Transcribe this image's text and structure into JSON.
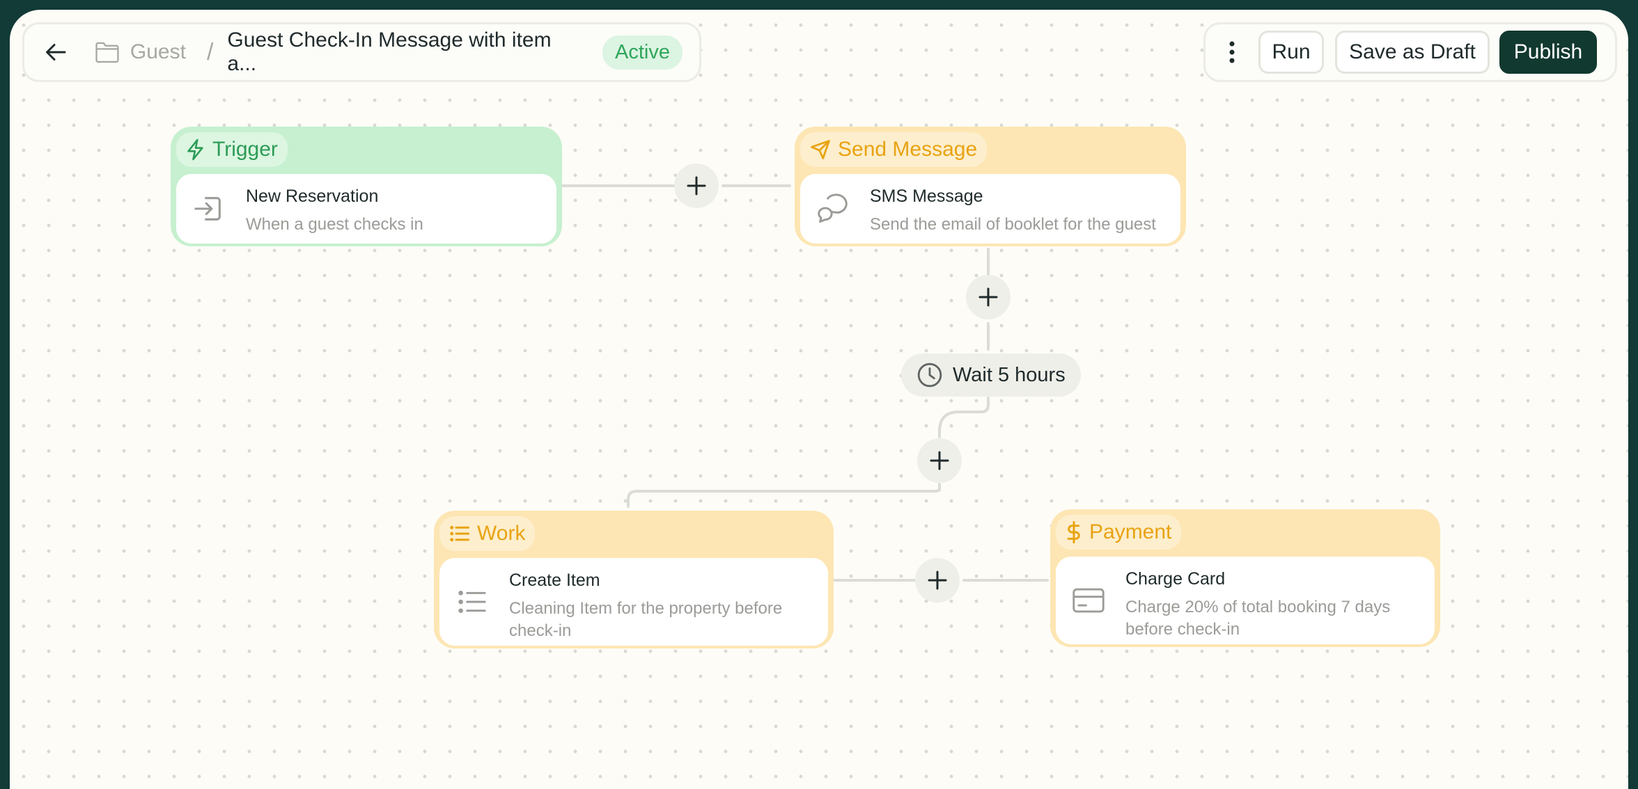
{
  "header": {
    "back_icon": "arrow-left-icon",
    "folder_icon": "folder-icon",
    "folder_label": "Guest",
    "separator": "/",
    "workflow_title": "Guest Check-In Message with item a...",
    "status": "Active",
    "more_icon": "more-vertical-icon",
    "run_label": "Run",
    "draft_label": "Save as Draft",
    "publish_label": "Publish"
  },
  "nodes": {
    "trigger": {
      "label": "Trigger",
      "icon": "lightning-icon",
      "title": "New Reservation",
      "subtitle": "When a guest checks in",
      "body_icon": "sign-in-icon"
    },
    "send_message": {
      "label": "Send Message",
      "icon": "send-icon",
      "title": "SMS Message",
      "subtitle": "Send the email of booklet for the guest",
      "body_icon": "chat-bubbles-icon"
    },
    "wait": {
      "label": "Wait 5 hours",
      "icon": "clock-icon"
    },
    "work": {
      "label": "Work",
      "icon": "list-icon",
      "title": "Create Item",
      "subtitle_line1": "Cleaning Item for the property before",
      "subtitle_line2": "check-in",
      "body_icon": "list-icon"
    },
    "payment": {
      "label": "Payment",
      "icon": "dollar-icon",
      "title": "Charge Card",
      "subtitle_line1": "Charge 20% of total booking 7 days",
      "subtitle_line2": "before check-in",
      "body_icon": "credit-card-icon"
    }
  },
  "colors": {
    "brand_dark": "#12392f",
    "active_green": "#2fa659",
    "trigger_green": "#c6f0cf",
    "action_amber": "#fde6b3",
    "amber_text": "#e8a312"
  }
}
